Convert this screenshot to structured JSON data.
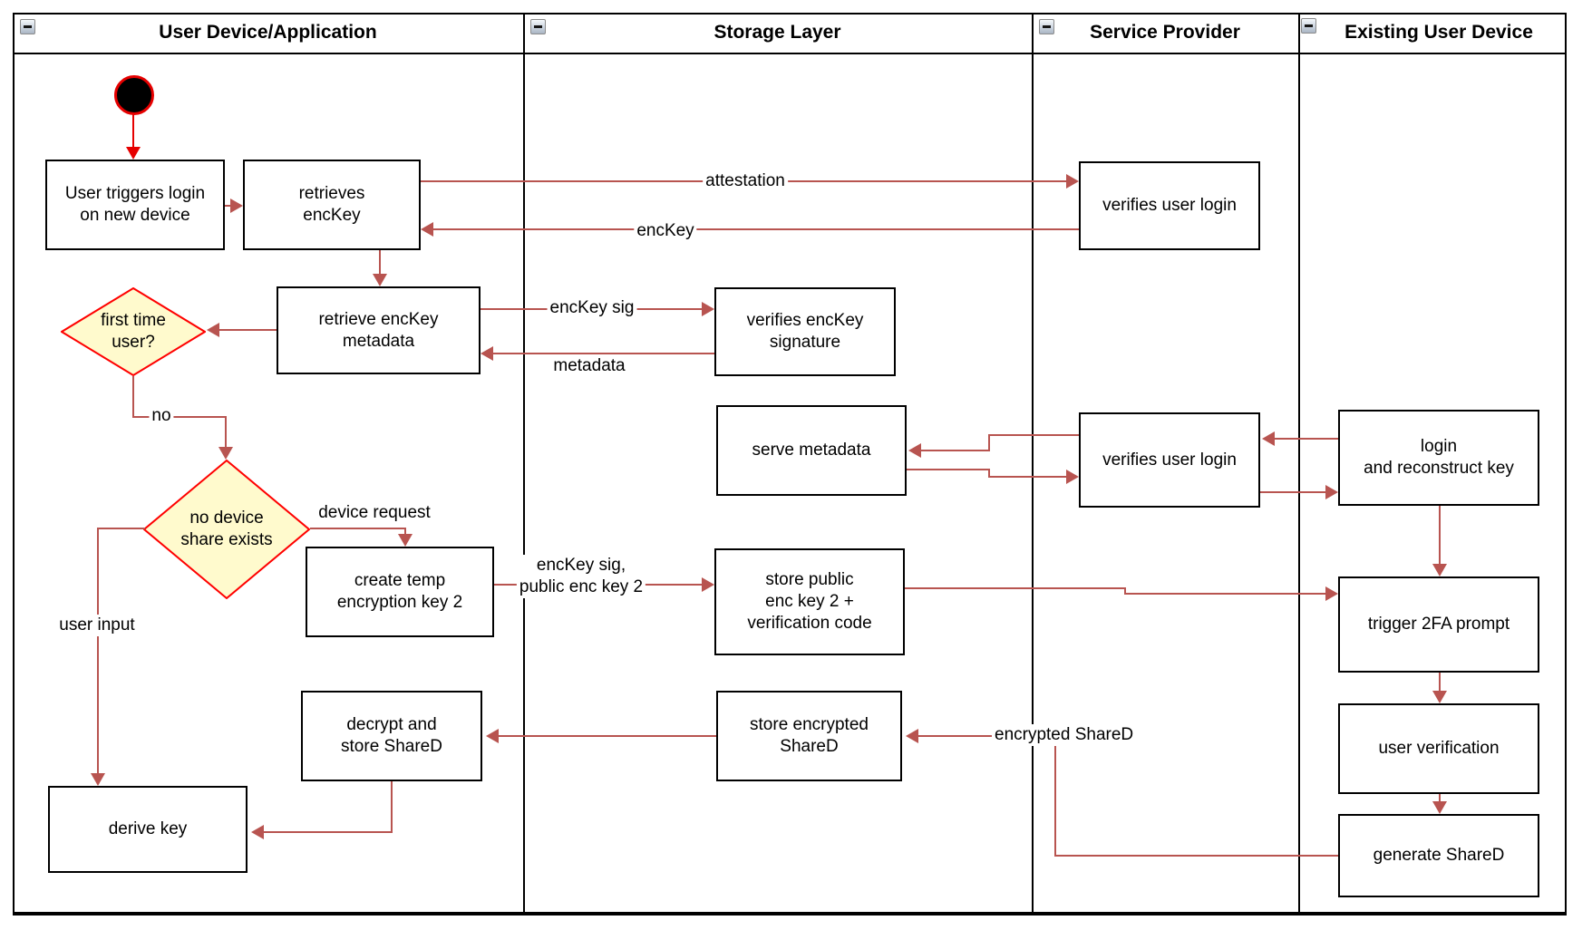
{
  "lanes": [
    {
      "title": "User Device/Application"
    },
    {
      "title": "Storage Layer"
    },
    {
      "title": "Service Provider"
    },
    {
      "title": "Existing User Device"
    }
  ],
  "nodes": {
    "user_triggers": "User triggers login\non new device",
    "retrieves_enckey": "retrieves\nencKey",
    "retrieve_metadata": "retrieve encKey\nmetadata",
    "first_time_user": "first time\nuser?",
    "no_device_share": "no device\nshare exists",
    "create_temp_key": "create temp\nencryption key 2",
    "decrypt_store": "decrypt and\nstore ShareD",
    "derive_key": "derive key",
    "verifies_enckey_sig": "verifies encKey\nsignature",
    "serve_metadata": "serve metadata",
    "store_public": "store public\nenc key 2 +\nverification code",
    "store_encrypted": "store encrypted\nShareD",
    "verifies_login_1": "verifies user login",
    "verifies_login_2": "verifies user login",
    "login_reconstruct": "login\nand reconstruct key",
    "trigger_2fa": "trigger 2FA prompt",
    "user_verification": "user verification",
    "generate_shared": "generate ShareD"
  },
  "edge_labels": {
    "attestation": "attestation",
    "enckey": "encKey",
    "enckey_sig": "encKey sig",
    "metadata": "metadata",
    "no": "no",
    "device_request": "device request",
    "user_input": "user input",
    "enckey_sig_pub2": "encKey sig,\npublic enc key 2",
    "encrypted_shared": "encrypted ShareD"
  },
  "colors": {
    "flow_arrow": "#b85450",
    "initial_arrow": "#e60000",
    "diamond_fill": "#fffacd",
    "diamond_border": "#ff0000",
    "node_border": "#000000"
  }
}
